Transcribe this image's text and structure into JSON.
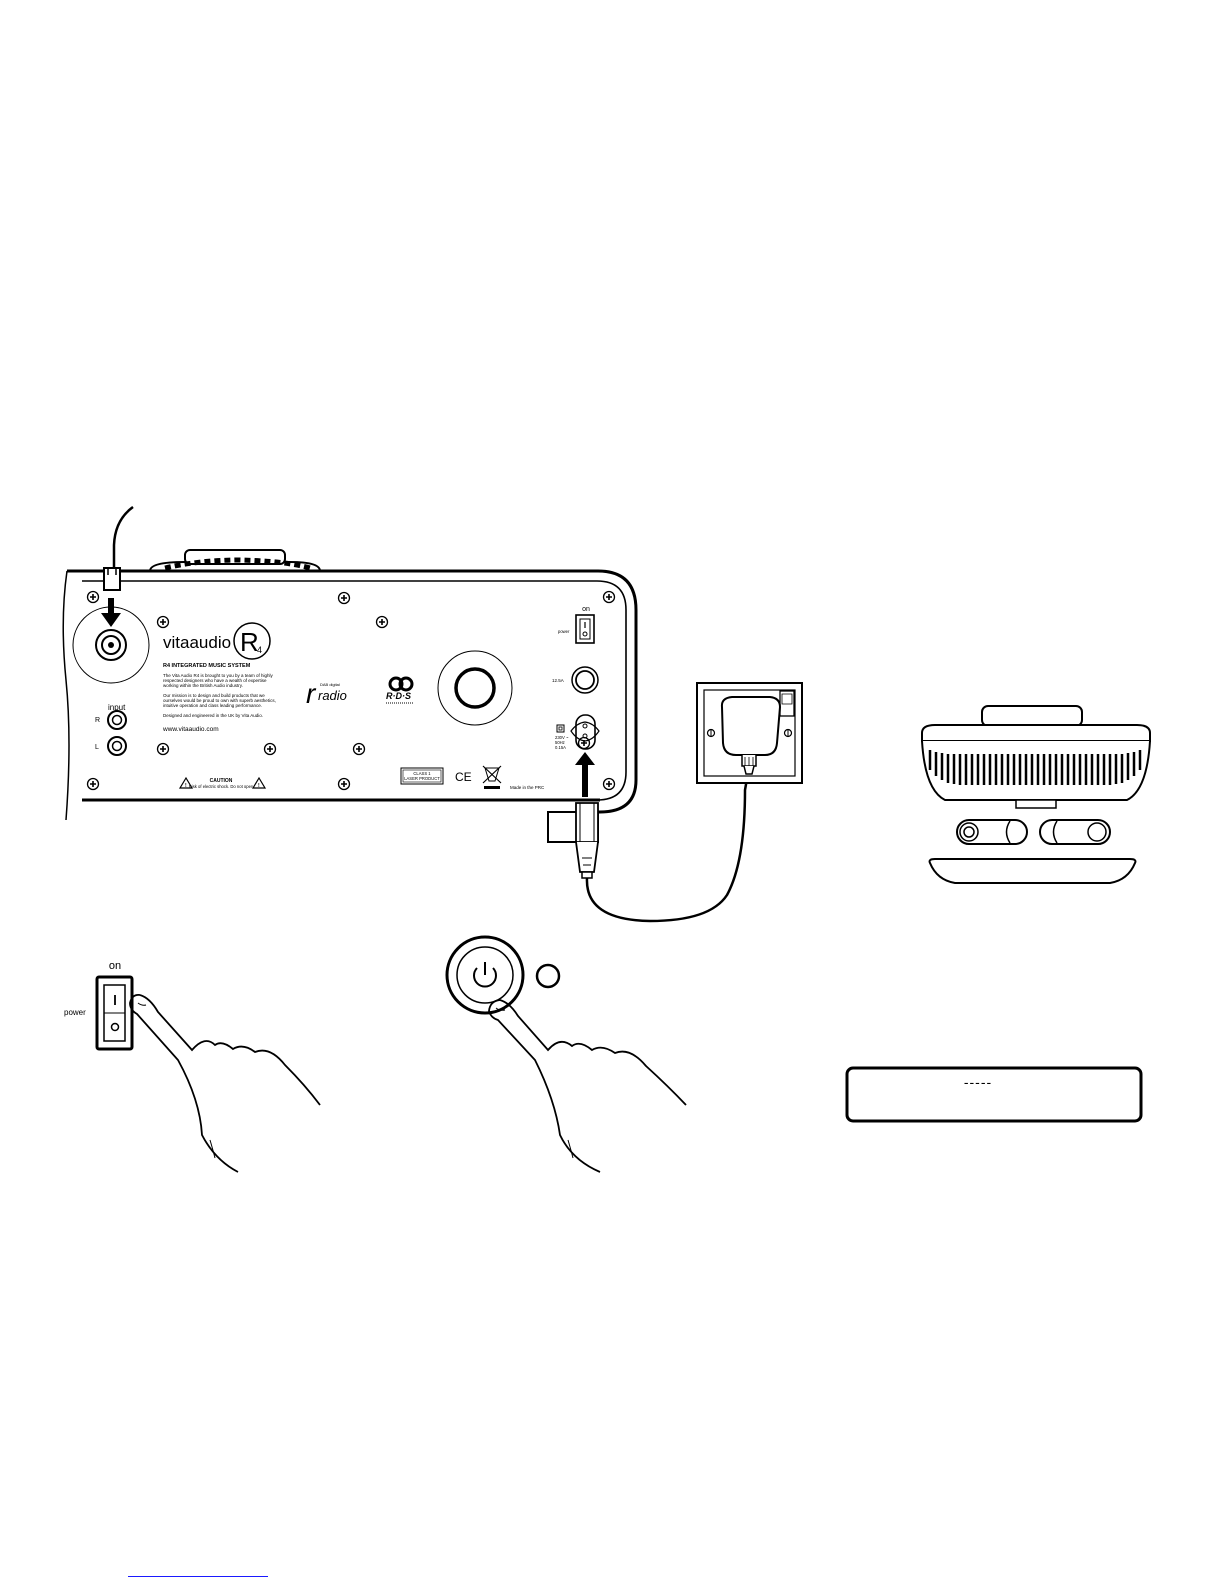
{
  "rear_panel": {
    "brand": "vitaaudio",
    "model_logo": "R4",
    "product_title": "R4 INTEGRATED MUSIC SYSTEM",
    "intro_lines": [
      "The Vita Audio R4 is brought to you by a team of highly",
      "respected designers who have a wealth of expertise",
      "working within the British Audio industry."
    ],
    "mission_lines": [
      "Our mission is to design and build products that we",
      "ourselves would be proud to own with superb aesthetics,",
      "intuitive operation and class leading performance."
    ],
    "designed_line": "Designed and engineered in the UK by Vita Audio.",
    "website": "www.vitaaudio.com",
    "input_label": "input",
    "input_r": "R",
    "input_l": "L",
    "caution_title": "CAUTION",
    "caution_text": "Risk of electric shock. Do not open",
    "dab_logo_small": "DAB digital",
    "dab_logo_large": "radio",
    "rds_logo": "R·D·S",
    "laser_line1": "CLASS 1",
    "laser_line2": "LASER PRODUCT",
    "ce_mark": "CE",
    "made_in": "Made in the PRC",
    "switch_on": "on",
    "switch_power": "power",
    "switch_i": "I",
    "dc_label": "12.5A",
    "rating_line1": "230V ~",
    "rating_line2": "50Hz",
    "rating_line3": "0.15A"
  },
  "power_switch_closeup": {
    "on_label": "on",
    "power_label": "power",
    "i_mark": "I"
  },
  "display": {
    "text": "-----"
  },
  "icons": [
    "power-symbol-icon",
    "arrow-down-icon",
    "arrow-up-icon",
    "screw-icon",
    "caution-triangle-icon",
    "weee-bin-icon"
  ],
  "colors": {
    "line": "#000000",
    "paper": "#ffffff",
    "link": "#1a1aff"
  }
}
